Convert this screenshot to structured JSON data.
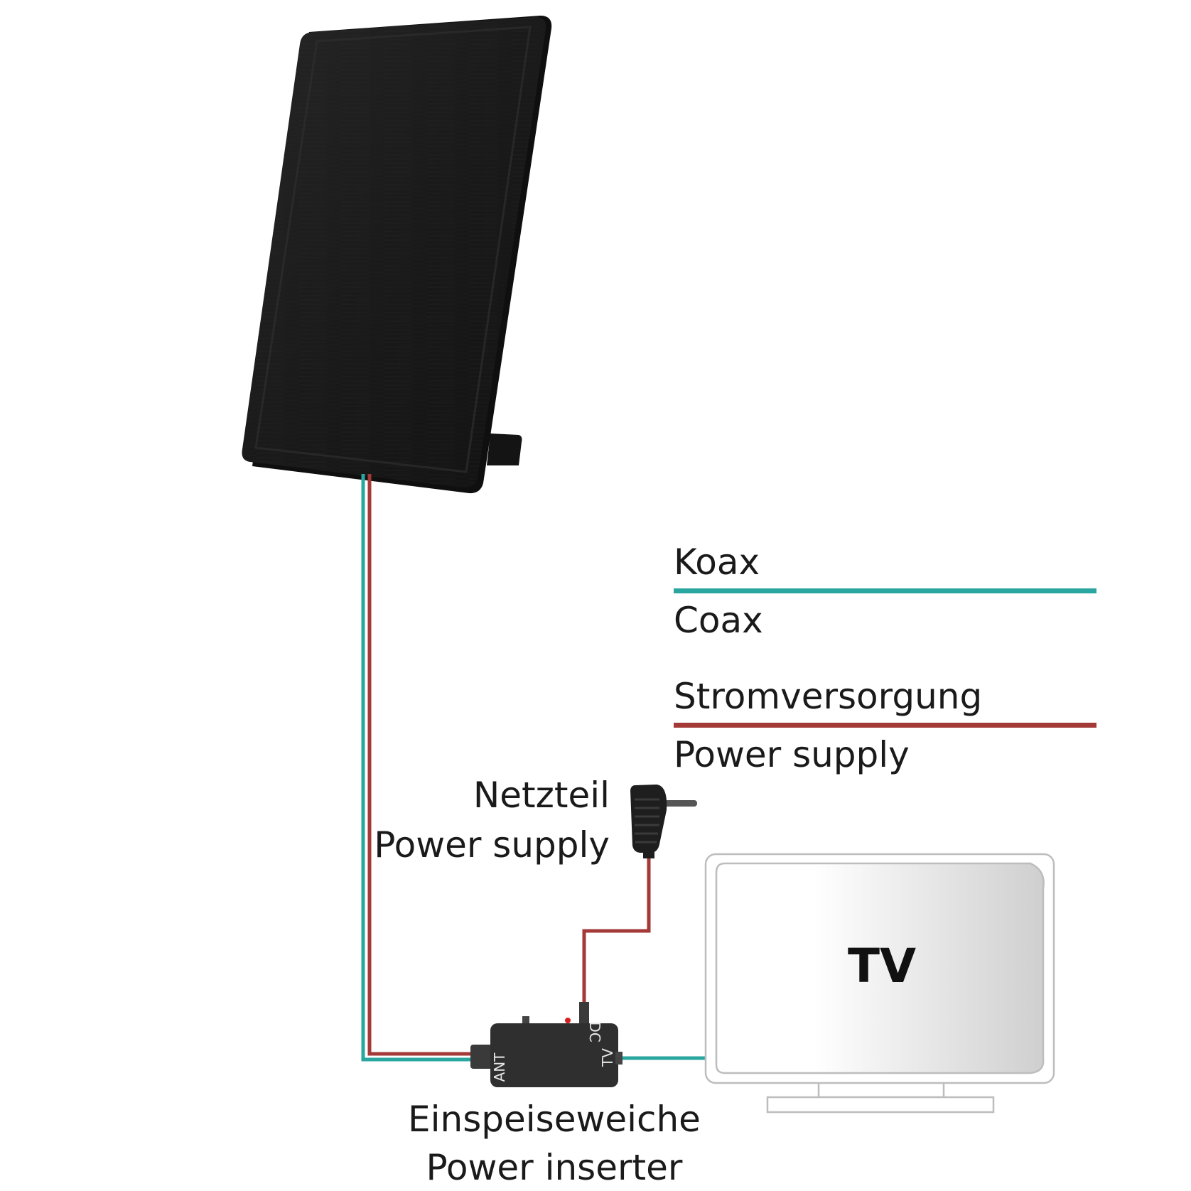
{
  "legend": {
    "coax": {
      "label_de": "Koax",
      "label_en": "Coax",
      "color": "#2aa6a0"
    },
    "power": {
      "label_de": "Stromversorgung",
      "label_en": "Power supply",
      "color": "#a33a37"
    }
  },
  "adapter": {
    "label_de": "Netzteil",
    "label_en": "Power supply"
  },
  "inserter": {
    "label_de": "Einspeiseweiche",
    "label_en": "Power inserter",
    "ports": {
      "ant": "ANT",
      "dc": "DC",
      "tv": "TV"
    }
  },
  "tv": {
    "label": "TV"
  },
  "colors": {
    "antenna": "#1c1c1c",
    "inserter": "#2f2f2f",
    "tv_outline": "#bdbdbd"
  }
}
